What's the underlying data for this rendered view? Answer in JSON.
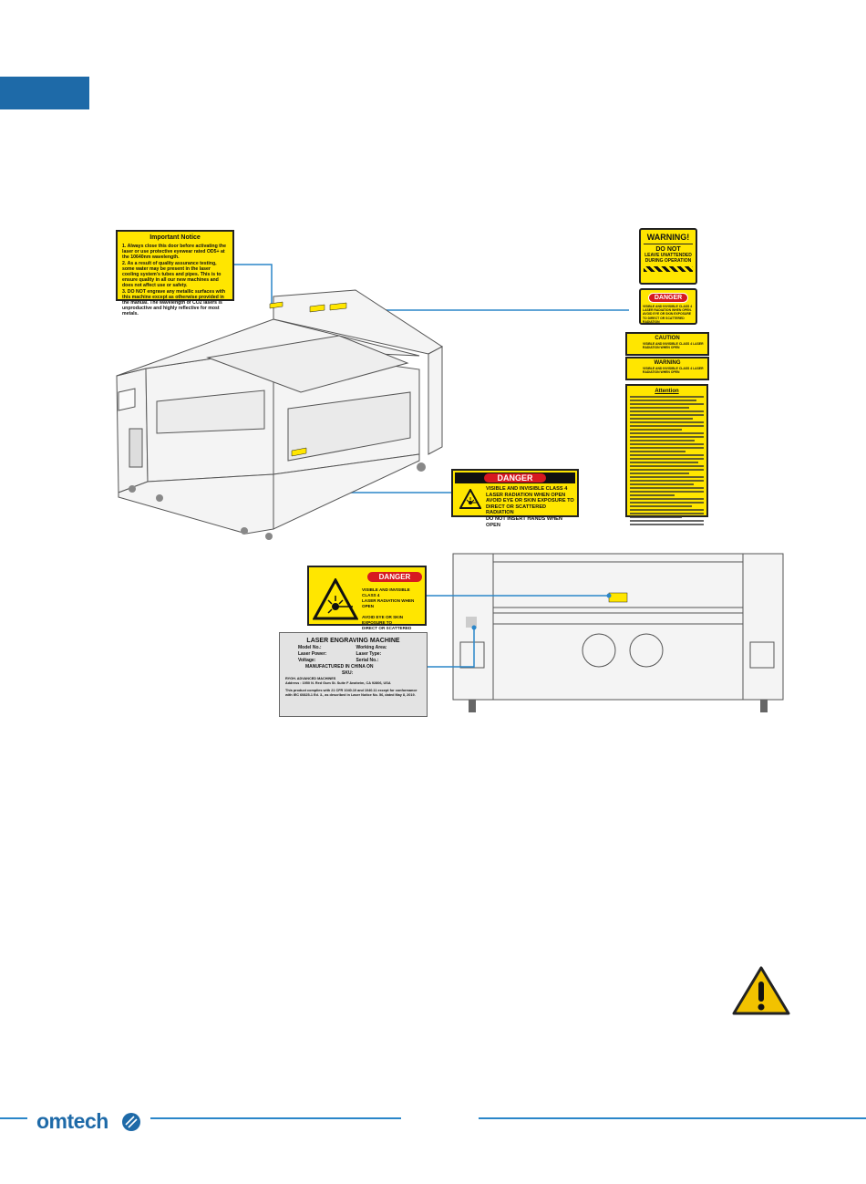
{
  "labels": {
    "important_notice": {
      "title": "Important Notice",
      "items": [
        "1. Always close this door before activating the laser or use protective eyewear rated OD5+ at the 10640nm wavelength.",
        "2. As a result of quality assurance testing, some water may be present in the laser cooling system's tubes and pipes. This is to ensure quality in all our new machines and does not affect use or safety.",
        "3. DO NOT engrave any metallic surfaces with this machine except as otherwise provided in the manual. The wavelength of CO2 lasers is unproductive and highly reflective for most metals."
      ]
    },
    "warning_unattended": {
      "head": "WARNING!",
      "line1": "DO NOT",
      "line2": "LEAVE UNATTENDED",
      "line3": "DURING OPERATION"
    },
    "danger_small": {
      "head": "DANGER",
      "text": "VISIBLE AND INVISIBLE CLASS 4 LASER RADIATION WHEN OPEN. AVOID EYE OR SKIN EXPOSURE TO DIRECT OR SCATTERED RADIATION"
    },
    "caution": {
      "head": "CAUTION",
      "text": "VISIBLE AND INVISIBLE CLASS 4 LASER RADIATION WHEN OPEN"
    },
    "warning_small": {
      "head": "WARNING",
      "text": "VISIBLE AND INVISIBLE CLASS 4 LASER RADIATION WHEN OPEN"
    },
    "attention": {
      "head": "Attention"
    },
    "danger_big": {
      "head": "DANGER",
      "line1": "VISIBLE AND INVISIBLE CLASS 4",
      "line2": "LASER RADIATION WHEN OPEN",
      "line3": "AVOID EYE OR SKIN EXPOSURE TO",
      "line4": "DIRECT OR SCATTERED RADIATION",
      "line5": "DO NOT INSERT HANDS WHEN OPEN"
    },
    "danger_left": {
      "head": "DANGER",
      "line1": "VISIBLE AND INVISIBLE CLASS 4",
      "line2": "LASER RADIATION WHEN OPEN",
      "line3": "AVOID EYE OR SKIN EXPOSURE TO",
      "line4": "DIRECT OR SCATTERED RADIATION"
    },
    "nameplate": {
      "title": "LASER ENGRAVING MACHINE",
      "model": "Model No.:",
      "working_area": "Working Area:",
      "power": "Laser Power:",
      "laser_type": "Laser Type:",
      "voltage": "Voltage:",
      "serial": "Serial No.:",
      "manufactured": "MANUFACTURED IN CHINA ON",
      "sku": "SKU:",
      "company": "RYGH. ADVANCED MACHINES",
      "address": "Address : 1950 N. Red Gum St. Suite F Anaheim, CA 92806, USA",
      "compliance": "This product complies with 21 CFR 1040.10 and 1040.11 except for conformance with IEC 60825-1 Ed. 3., as described in Laser Notice No. 56, dated May 8, 2019."
    }
  },
  "footer": {
    "brand": "omtech"
  },
  "colors": {
    "accent": "#1e6aa8",
    "label_yellow": "#ffe600",
    "danger_red": "#d71920"
  }
}
